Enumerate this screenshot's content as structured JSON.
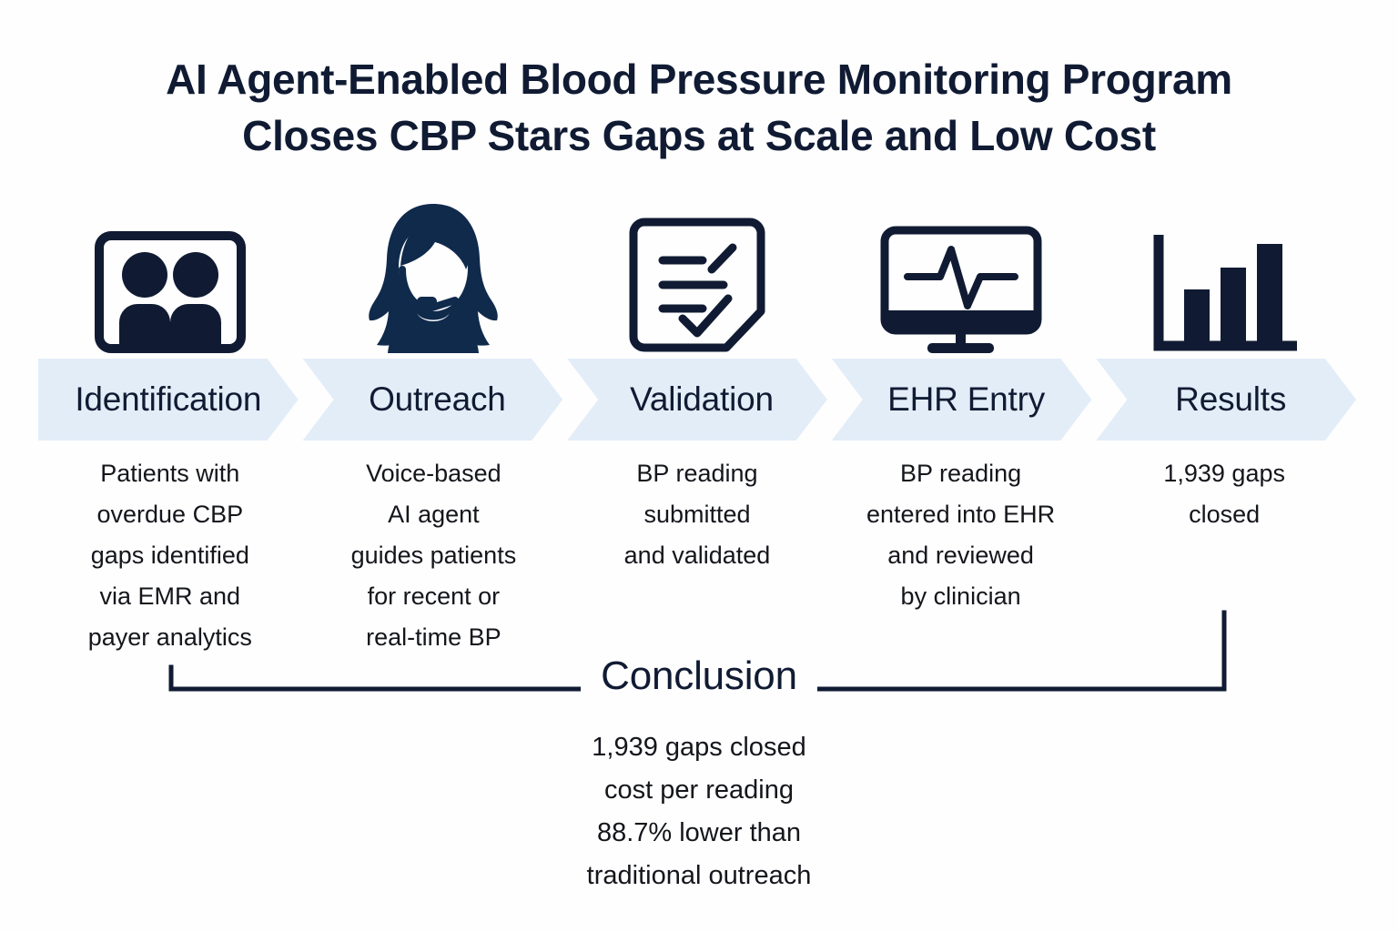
{
  "title": {
    "line1": "AI Agent-Enabled Blood Pressure Monitoring Program",
    "line2": "Closes CBP Stars Gaps at Scale and Low Cost"
  },
  "colors": {
    "navy": "#101B33",
    "banner_fill": "#e3edf8",
    "body_text": "#14161b",
    "background": "#fefefe"
  },
  "steps": [
    {
      "icon": "two-people-icon",
      "label": "Identification",
      "lines": [
        "Patients with",
        "overdue CBP",
        "gaps identified",
        "via EMR and",
        "payer analytics"
      ]
    },
    {
      "icon": "headset-agent-icon",
      "label": "Outreach",
      "lines": [
        "Voice-based",
        "AI agent",
        "guides patients",
        "for recent or",
        "real-time BP"
      ]
    },
    {
      "icon": "checklist-document-icon",
      "label": "Validation",
      "lines": [
        "BP reading",
        "submitted",
        "and validated"
      ]
    },
    {
      "icon": "monitor-ecg-icon",
      "label": "EHR Entry",
      "lines": [
        "BP reading",
        "entered into EHR",
        "and reviewed",
        "by clinician"
      ]
    },
    {
      "icon": "bar-chart-icon",
      "label": "Results",
      "lines": [
        "1,939 gaps",
        "closed"
      ]
    }
  ],
  "conclusion": {
    "heading": "Conclusion",
    "lines": [
      "1,939 gaps closed",
      "cost per reading",
      "88.7% lower than",
      "traditional outreach"
    ]
  }
}
